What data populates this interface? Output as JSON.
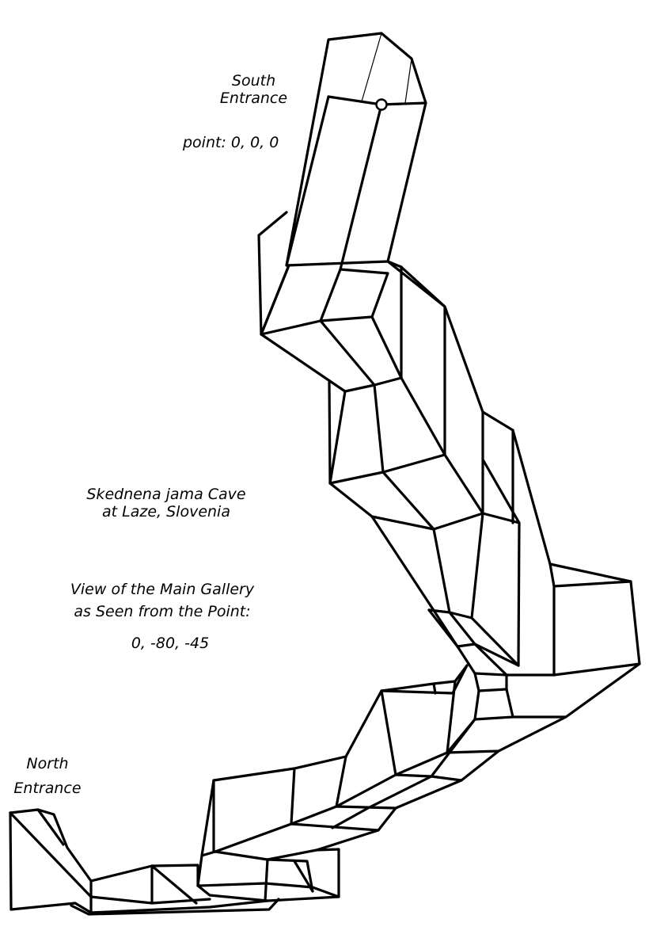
{
  "labels": {
    "south_entrance": [
      "South",
      "Entrance"
    ],
    "origin_point": "point: 0, 0, 0",
    "cave_title": [
      "Skednena jama Cave",
      "at Laze, Slovenia"
    ],
    "view_caption": [
      "View of the Main Gallery",
      "as Seen from the Point:"
    ],
    "view_point": "0, -80, -45",
    "north_entrance": [
      "North",
      "Entrance"
    ]
  },
  "colors": {
    "line": "#000000",
    "background": "#ffffff",
    "marker_fill": "#ffffff"
  }
}
